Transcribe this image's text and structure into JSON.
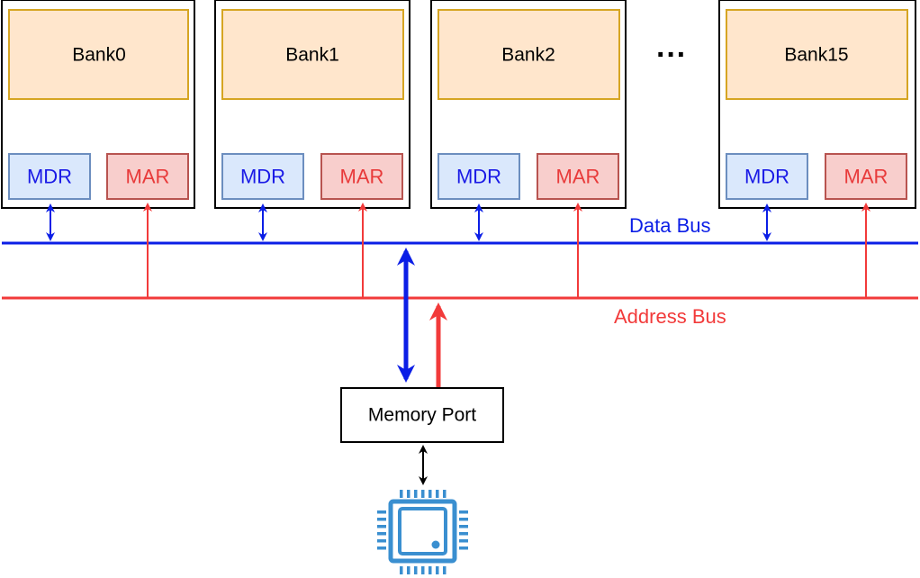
{
  "banks": [
    {
      "label": "Bank0",
      "mdr": "MDR",
      "mar": "MAR"
    },
    {
      "label": "Bank1",
      "mdr": "MDR",
      "mar": "MAR"
    },
    {
      "label": "Bank2",
      "mdr": "MDR",
      "mar": "MAR"
    },
    {
      "label": "Bank15",
      "mdr": "MDR",
      "mar": "MAR"
    }
  ],
  "ellipsis": "···",
  "data_bus": {
    "label": "Data Bus",
    "color": "#0b1ee6"
  },
  "address_bus": {
    "label": "Address Bus",
    "color": "#f23a3a"
  },
  "memory_port": {
    "label": "Memory Port"
  },
  "processor": {
    "icon": "cpu-chip-icon",
    "color": "#3a8fd0"
  },
  "colors": {
    "bank_fill": "#ffe6cc",
    "bank_stroke": "#d6a523",
    "mdr_fill": "#dae8fc",
    "mdr_stroke": "#6c8ebf",
    "mdr_text": "#1a1ae6",
    "mar_fill": "#f8cecc",
    "mar_stroke": "#b85450",
    "mar_text": "#e83a3a"
  }
}
